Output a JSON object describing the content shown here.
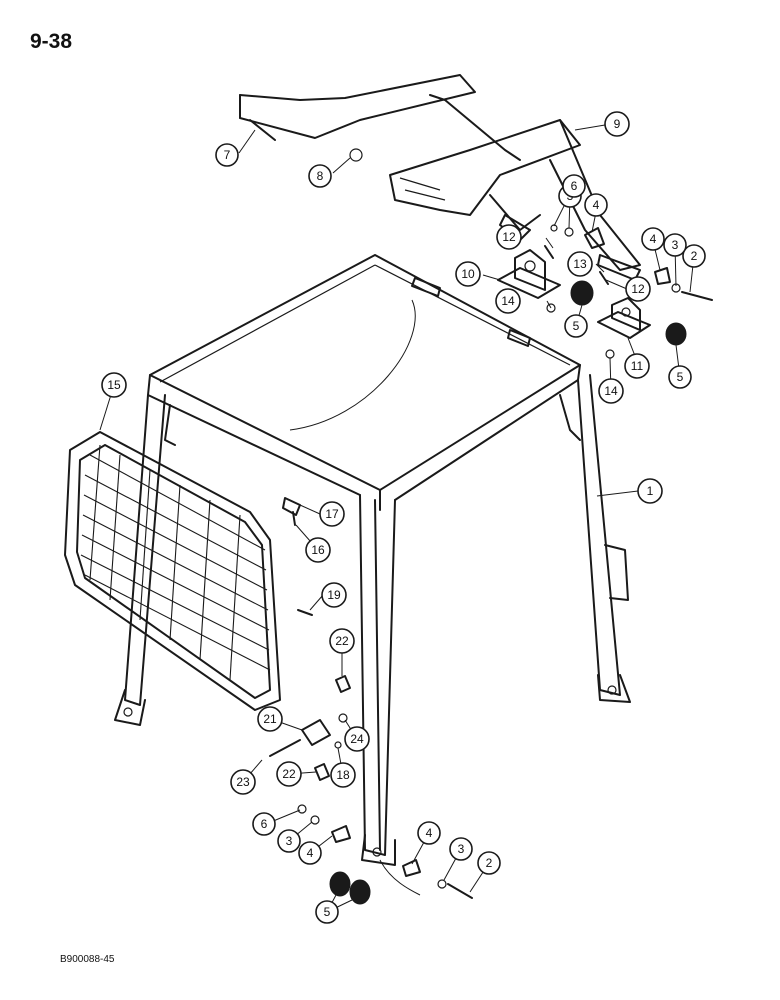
{
  "page_number": "9-38",
  "figure_code": "B900088-45",
  "callouts": [
    "1",
    "2",
    "3",
    "4",
    "5",
    "6",
    "7",
    "8",
    "9",
    "10",
    "11",
    "12",
    "13",
    "14",
    "15",
    "16",
    "17",
    "19",
    "21",
    "22",
    "23",
    "24",
    "18"
  ]
}
